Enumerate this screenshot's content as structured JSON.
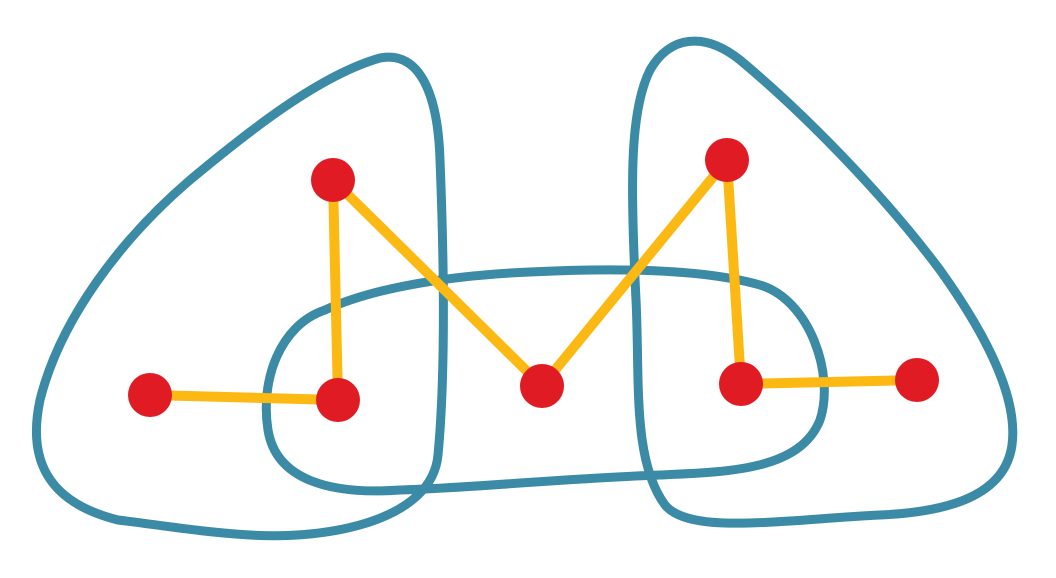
{
  "colors": {
    "background": "#ffffff",
    "region_outline": "#3b8aa6",
    "edge": "#fdb913",
    "node": "#e01b24"
  },
  "diagram": {
    "regions": [
      {
        "id": "left-region"
      },
      {
        "id": "middle-region"
      },
      {
        "id": "right-region"
      }
    ],
    "nodes": [
      {
        "id": "n1"
      },
      {
        "id": "n2"
      },
      {
        "id": "n3"
      },
      {
        "id": "n4"
      },
      {
        "id": "n5"
      },
      {
        "id": "n6"
      },
      {
        "id": "n7"
      }
    ],
    "edges": [
      {
        "from": "n1",
        "to": "n2"
      },
      {
        "from": "n2",
        "to": "n3"
      },
      {
        "from": "n3",
        "to": "n4"
      },
      {
        "from": "n4",
        "to": "n5"
      },
      {
        "from": "n5",
        "to": "n6"
      },
      {
        "from": "n6",
        "to": "n7"
      }
    ]
  }
}
